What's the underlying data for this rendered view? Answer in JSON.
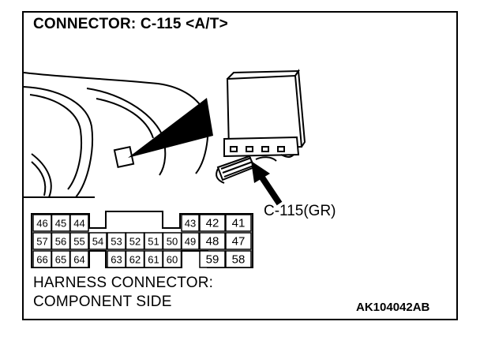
{
  "title": "CONNECTOR: C-115 <A/T>",
  "callout_label": "C-115(GR)",
  "harness_line1": "HARNESS CONNECTOR:",
  "harness_line2": "COMPONENT SIDE",
  "figure_code": "AK104042AB",
  "connector": {
    "left_block": {
      "rows": [
        [
          "46",
          "45",
          "44"
        ],
        [
          "57",
          "56",
          "55"
        ],
        [
          "66",
          "65",
          "64"
        ]
      ]
    },
    "middle_column": [
      "54"
    ],
    "middle_block": {
      "rows": [
        [
          "53",
          "52",
          "51",
          "50"
        ],
        [
          "63",
          "62",
          "61",
          "60"
        ]
      ]
    },
    "right_small_column": [
      "43",
      "49"
    ],
    "right_block": {
      "rows": [
        [
          "42",
          "41"
        ],
        [
          "48",
          "47"
        ],
        [
          "59",
          "58"
        ]
      ]
    }
  }
}
